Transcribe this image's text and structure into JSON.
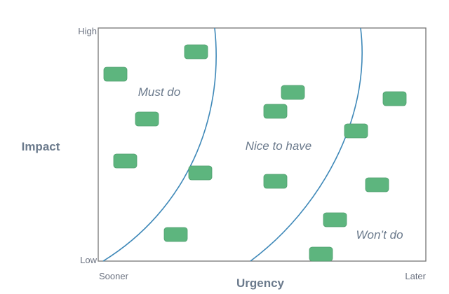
{
  "axes": {
    "y_title": "Impact",
    "y_high": "High",
    "y_low": "Low",
    "x_title": "Urgency",
    "x_start": "Sooner",
    "x_end": "Later"
  },
  "zones": {
    "left": "Must do",
    "middle": "Nice to have",
    "right": "Won’t do"
  },
  "colors": {
    "card": "#5db57e",
    "curve": "#3e88b8",
    "frame": "#777777"
  }
}
